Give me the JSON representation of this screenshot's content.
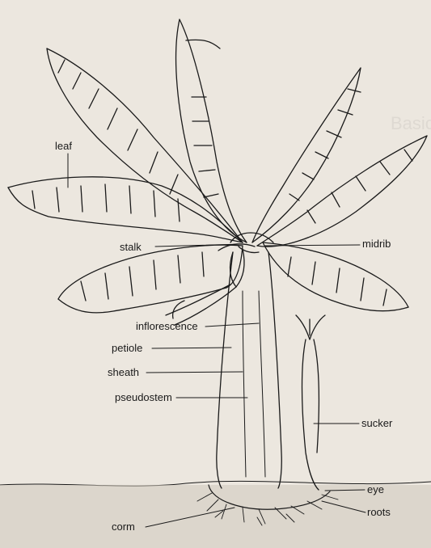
{
  "diagram": {
    "labels": {
      "leaf": "leaf",
      "stalk": "stalk",
      "midrib": "midrib",
      "inflorescence": "inflorescence",
      "petiole": "petiole",
      "sheath": "sheath",
      "pseudostem": "pseudostem",
      "sucker": "sucker",
      "eye": "eye",
      "roots": "roots",
      "corm": "corm"
    },
    "bleed_through_heading": "Basic concepts",
    "colors": {
      "ink": "#1a1a1a",
      "paper": "#ece7df",
      "soil": "#c9c2b6"
    }
  }
}
